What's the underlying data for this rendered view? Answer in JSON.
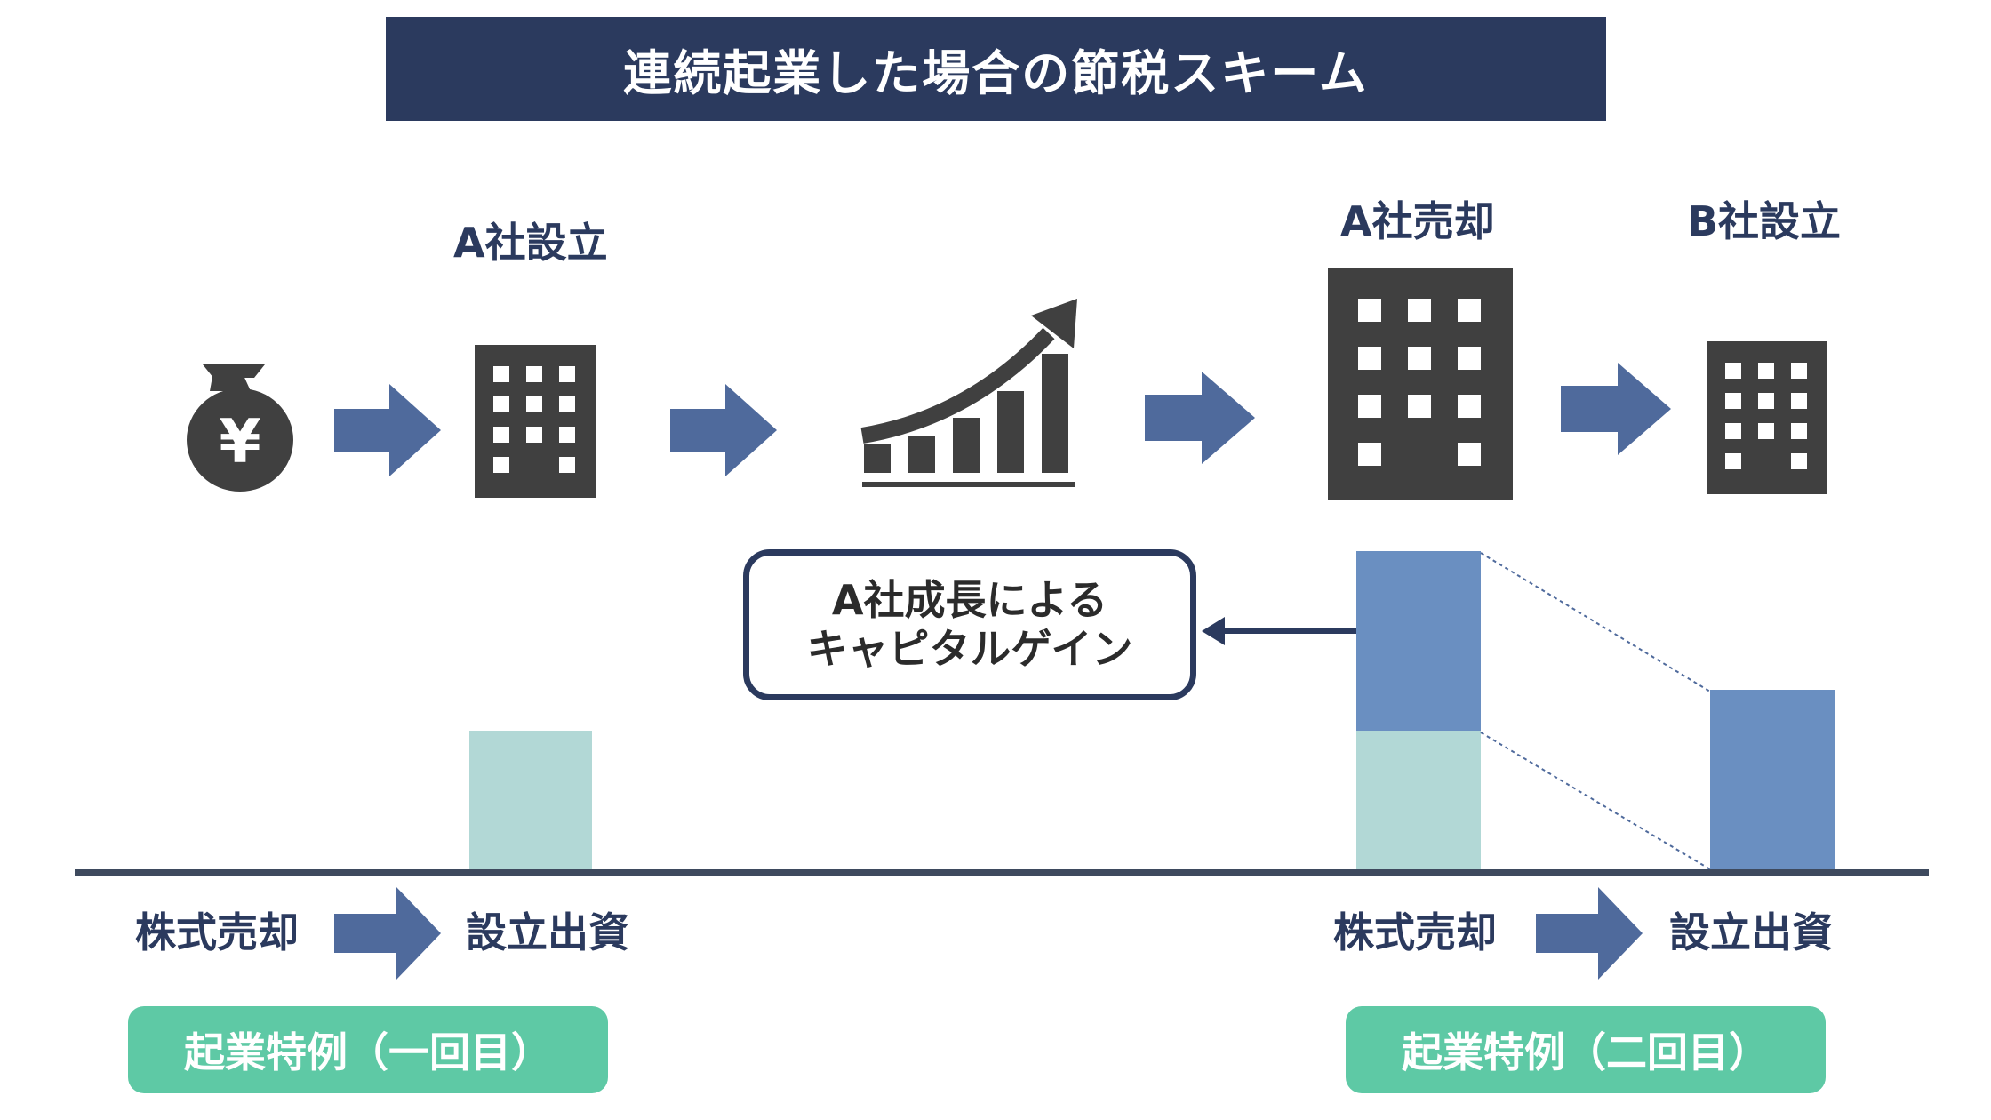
{
  "title": "連続起業した場合の節税スキーム",
  "milestones": {
    "a_founded": "A社設立",
    "a_sold": "A社売却",
    "b_founded": "B社設立"
  },
  "icons": {
    "money_bag": "money-bag-yen-icon",
    "building": "building-icon",
    "growth_chart": "growth-chart-icon",
    "arrow": "right-arrow-icon"
  },
  "callout": {
    "line1": "A社成長による",
    "line2": "キャピタルゲイン"
  },
  "flows": {
    "left": {
      "from": "株式売却",
      "to": "設立出資"
    },
    "right": {
      "from": "株式売却",
      "to": "設立出資"
    }
  },
  "pills": {
    "first": "起業特例（一回目）",
    "second": "起業特例（二回目）"
  },
  "colors": {
    "navy": "#2b3a5e",
    "arrow_blue": "#4f6a9c",
    "icon_gray": "#404040",
    "teal_light": "#b2d8d6",
    "bar_blue": "#6a8fc1",
    "pill_green": "#5ec9a5"
  }
}
